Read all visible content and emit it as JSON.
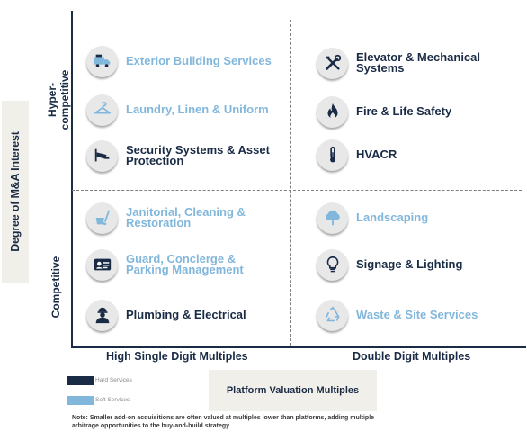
{
  "y_axis": {
    "title": "Degree of M&A Interest",
    "top_band": "Hyper-competitive",
    "top_band_line1": "Hyper-",
    "top_band_line2": "competitive",
    "bottom_band": "Competitive"
  },
  "x_axis": {
    "left_label": "High Single Digit Multiples",
    "right_label": "Double Digit Multiples",
    "title": "Platform Valuation Multiples"
  },
  "colors": {
    "hard_services": "#1a2b45",
    "soft_services": "#82b7dc",
    "icon_background": "#e8e8e8"
  },
  "quadrants": {
    "top_left": [
      {
        "line1": "Exterior Building Services",
        "line2": "",
        "type": "soft",
        "icon": "truck-icon"
      },
      {
        "line1": "Laundry, Linen & Uniform",
        "line2": "",
        "type": "soft",
        "icon": "hanger-icon"
      },
      {
        "line1": "Security Systems & Asset",
        "line2": "Protection",
        "type": "hard",
        "icon": "security-camera-icon"
      }
    ],
    "top_right": [
      {
        "line1": "Elevator & Mechanical",
        "line2": "Systems",
        "type": "hard",
        "icon": "wrench-screwdriver-icon"
      },
      {
        "line1": "Fire & Life Safety",
        "line2": "",
        "type": "hard",
        "icon": "flame-icon"
      },
      {
        "line1": "HVACR",
        "line2": "",
        "type": "hard",
        "icon": "thermometer-icon"
      }
    ],
    "bottom_left": [
      {
        "line1": "Janitorial, Cleaning &",
        "line2": "Restoration",
        "type": "soft",
        "icon": "mop-bucket-icon"
      },
      {
        "line1": "Guard, Concierge &",
        "line2": "Parking Management",
        "type": "soft",
        "icon": "id-badge-icon"
      },
      {
        "line1": "Plumbing & Electrical",
        "line2": "",
        "type": "hard",
        "icon": "worker-icon"
      }
    ],
    "bottom_right": [
      {
        "line1": "Landscaping",
        "line2": "",
        "type": "soft",
        "icon": "tree-icon"
      },
      {
        "line1": "Signage & Lighting",
        "line2": "",
        "type": "hard",
        "icon": "lightbulb-icon"
      },
      {
        "line1": "Waste & Site Services",
        "line2": "",
        "type": "soft",
        "icon": "recycle-icon"
      }
    ]
  },
  "legend": {
    "hard_label": "Hard Services",
    "soft_label": "Soft Services"
  },
  "note": "Note: Smaller add-on acquisitions are often valued at multiples lower than platforms, adding multiple arbitrage opportunities to the buy-and-build strategy"
}
